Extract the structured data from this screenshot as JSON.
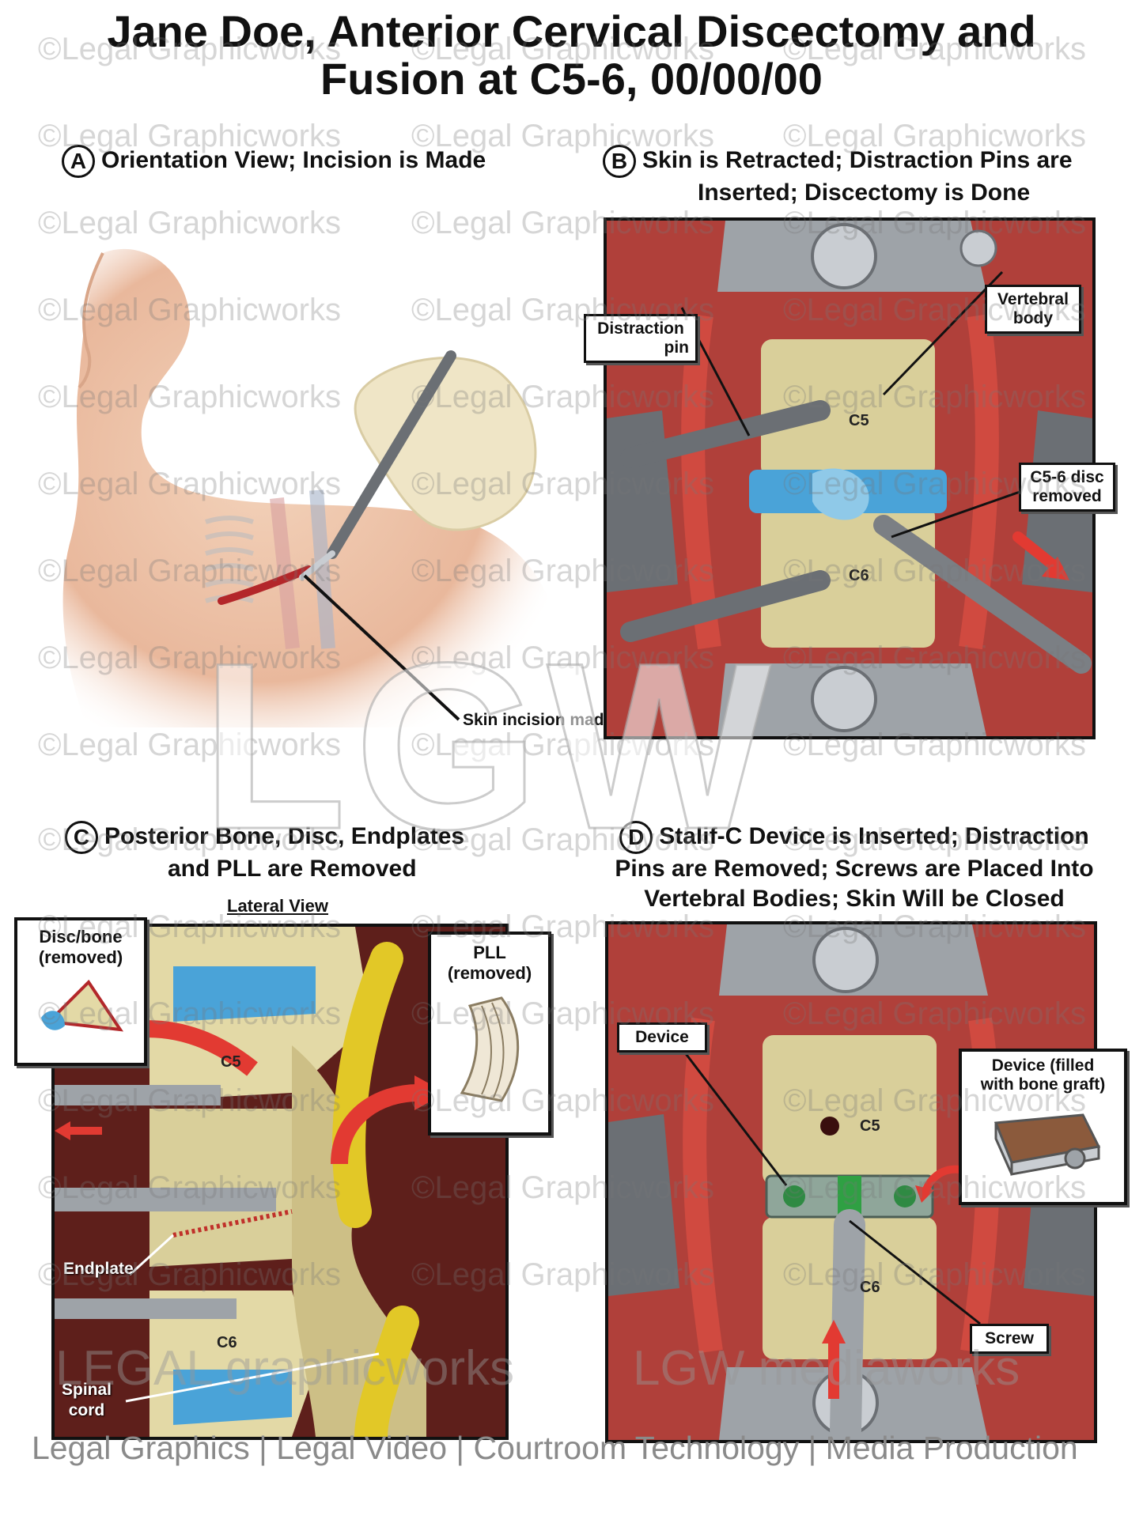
{
  "title": {
    "line1": "Jane Doe, Anterior Cervical Discectomy and",
    "line2": "Fusion at C5-6, 00/00/00"
  },
  "panels": {
    "a": {
      "letter": "A",
      "heading": "Orientation View; Incision is Made",
      "labels": {
        "incision": "Skin incision made"
      }
    },
    "b": {
      "letter": "B",
      "heading_line1": "Skin is Retracted; Distraction Pins are",
      "heading_line2": "Inserted; Discectomy is Done",
      "labels": {
        "distraction_pin_1": "Distraction",
        "distraction_pin_2": "pin",
        "vertebral_body_1": "Vertebral",
        "vertebral_body_2": "body",
        "disc_removed_1": "C5-6 disc",
        "disc_removed_2": "removed",
        "c5": "C5",
        "c6": "C6"
      }
    },
    "c": {
      "letter": "C",
      "heading_line1": "Posterior Bone, Disc, Endplates",
      "heading_line2": "and PLL are Removed",
      "subheading": "Lateral View",
      "labels": {
        "disc_bone_1": "Disc/bone",
        "disc_bone_2": "(removed)",
        "pll_1": "PLL",
        "pll_2": "(removed)",
        "c5": "C5",
        "c6": "C6",
        "endplate": "Endplate",
        "spinal_cord_1": "Spinal",
        "spinal_cord_2": "cord"
      }
    },
    "d": {
      "letter": "D",
      "heading_line1": "Stalif-C Device is Inserted; Distraction",
      "heading_line2": "Pins are Removed; Screws are Placed Into",
      "heading_line3": "Vertebral Bodies; Skin Will be Closed",
      "labels": {
        "device": "Device",
        "device_filled_1": "Device (filled",
        "device_filled_2": "with bone graft)",
        "screw": "Screw",
        "c5": "C5",
        "c6": "C6"
      }
    }
  },
  "watermark": {
    "text": "©Legal Graphicworks",
    "big_logo": "LGW",
    "brand_left": "LEGAL graphicworks",
    "brand_right": "LGW mediaworks"
  },
  "footer": "Legal Graphics | Legal Video | Courtroom Technology | Media Production",
  "colors": {
    "tissue_red": "#b3272a",
    "bone": "#d9cf9a",
    "disc_blue": "#4aa3d8",
    "cord_yellow": "#e2c827",
    "steel": "#9ea3a8"
  }
}
